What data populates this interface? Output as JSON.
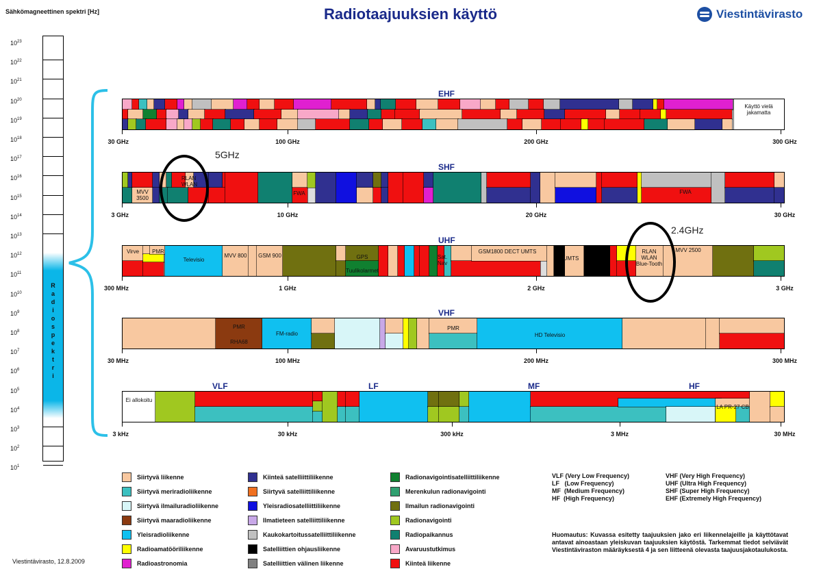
{
  "header": {
    "spectrum_title": "Sähkömagneettinen spektri [Hz]",
    "title": "Radiotaajuuksien käyttö",
    "logo_text": "Viestintävirasto"
  },
  "spectrum_scale": {
    "exponents": [
      "23",
      "22",
      "21",
      "20",
      "19",
      "18",
      "17",
      "16",
      "15",
      "14",
      "13",
      "12",
      "11",
      "10",
      "9",
      "8",
      "7",
      "6",
      "5",
      "4",
      "3",
      "2",
      "1"
    ],
    "base": "10",
    "radio_letters": [
      "R",
      "a",
      "d",
      "i",
      "o",
      "s",
      "p",
      "e",
      "k",
      "t",
      "r",
      "i"
    ]
  },
  "colors": {
    "siirtyva": "#f8c8a0",
    "meri": "#3cc0c0",
    "ilmailu": "#d8f6f8",
    "maa": "#8b3a10",
    "yleisradio": "#10c0f0",
    "amatoori": "#ffff00",
    "astronomia": "#e020d0",
    "kiintea_sat": "#303090",
    "siirtyva_sat": "#f07020",
    "yleisradio_sat": "#1010e0",
    "ilmatieteen_sat": "#c8a8e8",
    "kaukokartoitus": "#c0c0c0",
    "ohjaus": "#000000",
    "valinen": "#808080",
    "radionav_sat": "#108030",
    "merenkulku_nav": "#30a070",
    "ilmailu_nav": "#707010",
    "radionav": "#a0c820",
    "paikannus": "#108070",
    "avaruus": "#f8a8c8",
    "kiintea": "#f01010",
    "white": "#ffffff"
  },
  "bands": [
    {
      "name": "EHF",
      "ticks": [
        "30 GHz",
        "100 GHz",
        "200 GHz",
        "300 GHz"
      ],
      "labels": [
        "Käyttö vielä jakamatta"
      ]
    },
    {
      "name": "SHF",
      "ticks": [
        "3 GHz",
        "10 GHz",
        "20 GHz",
        "30 GHz"
      ],
      "labels": [
        "FWA",
        "FWA",
        "MVV 3500",
        "RLAN WLAN"
      ]
    },
    {
      "name": "UHF",
      "ticks": [
        "300 MHz",
        "1 GHz",
        "2 GHz",
        "3 GHz"
      ],
      "labels": [
        "Virve",
        "PMR",
        "Televisio",
        "MVV 800",
        "GSM 900",
        "GPS",
        "Tuulikolarmet",
        "Sat. Nav",
        "GSM1800 DECT UMTS",
        "UMTS",
        "RLAN WLAN Blue-Tooth",
        "MVV 2500"
      ]
    },
    {
      "name": "VHF",
      "ticks": [
        "30 MHz",
        "100 MHz",
        "200 MHz",
        "300 MHz"
      ],
      "labels": [
        "PMR",
        "RHA68",
        "FM-radio",
        "PMR",
        "HD Televisio"
      ]
    },
    {
      "name": "VLF",
      "sub_names": [
        "LF",
        "MF",
        "HF"
      ],
      "ticks": [
        "3 kHz",
        "30 kHz",
        "300 kHz",
        "3 MHz",
        "30 MHz"
      ],
      "labels": [
        "Ei allokoitu",
        "LA PR-27 CB"
      ]
    }
  ],
  "annotations": {
    "five_ghz": "5GHz",
    "two_four_ghz": "2.4GHz"
  },
  "legend": {
    "col1": [
      {
        "label": "Siirtyvä liikenne",
        "color": "#f8c8a0"
      },
      {
        "label": "Siirtyvä meriradioliikenne",
        "color": "#3cc0c0"
      },
      {
        "label": "Siirtyvä ilmailuradioliikenne",
        "color": "#d8f6f8"
      },
      {
        "label": "Siirtyvä maaradioliikenne",
        "color": "#8b3a10"
      },
      {
        "label": "Yleisradioliikenne",
        "color": "#10c0f0"
      },
      {
        "label": "Radioamatööriliikenne",
        "color": "#ffff00"
      },
      {
        "label": "Radioastronomia",
        "color": "#e020d0"
      }
    ],
    "col2": [
      {
        "label": "Kiinteä satelliittiliikenne",
        "color": "#303090"
      },
      {
        "label": "Siirtyvä satelliittiliikenne",
        "color": "#f07020"
      },
      {
        "label": "Yleisradiosatelliittiliikenne",
        "color": "#1010e0"
      },
      {
        "label": "Ilmatieteen satelliittiliikenne",
        "color": "#c8a8e8"
      },
      {
        "label": "Kaukokartoitussatelliittiliikenne",
        "color": "#c0c0c0"
      },
      {
        "label": "Satelliittien ohjausliikenne",
        "color": "#000000"
      },
      {
        "label": "Satelliittien välinen liikenne",
        "color": "#808080"
      }
    ],
    "col3": [
      {
        "label": "Radionavigointisatelliittiliikenne",
        "color": "#108030"
      },
      {
        "label": "Merenkulun radionavigointi",
        "color": "#30a070"
      },
      {
        "label": "Ilmailun radionavigointi",
        "color": "#707010"
      },
      {
        "label": "Radionavigointi",
        "color": "#a0c820"
      },
      {
        "label": "Radiopaikannus",
        "color": "#108070"
      },
      {
        "label": "Avaruustutkimus",
        "color": "#f8a8c8"
      },
      {
        "label": "Kiinteä liikenne",
        "color": "#f01010"
      }
    ]
  },
  "abbreviations": {
    "left": "VLF (Very Low Frequency)\nLF   (Low Frequency)\nMF  (Medium Frequency)\nHF  (High Frequency)",
    "right": "VHF (Very High Frequency)\nUHF (Ultra High Frequency)\nSHF (Super High Frequency)\nEHF (Extremely High Frequency)"
  },
  "note": "Huomautus: Kuvassa esitetty taajuuksien jako eri liikennelajeille ja käyttötavat antavat ainoastaan yleiskuvan taajuuksien käytöstä. Tarkemmat tiedot selviävät Viestintäviraston määräyksestä 4 ja sen liitteenä olevasta taajuusjakotaulukosta.",
  "footer": "Viestintävirasto, 12.8.2009"
}
